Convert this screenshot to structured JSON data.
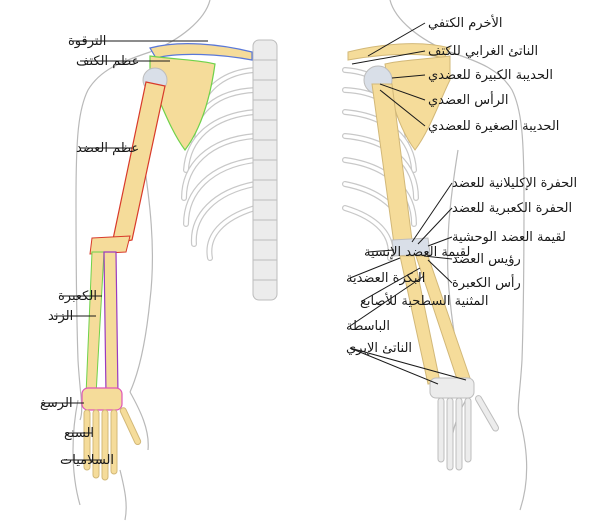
{
  "colors": {
    "bone": "#f5dc9a",
    "bone_edge": "#d2b878",
    "cartilage": "#d9dfe8",
    "gray_bone": "#ececec",
    "gray_edge": "#bdbdbd",
    "outline_blue": "#5a78d8",
    "outline_red": "#d83a2a",
    "outline_purple": "#9a3ac0",
    "outline_green": "#6fd24a",
    "outline_pink": "#e055b8",
    "line": "#1a1a1a"
  },
  "labels": {
    "clavicle": "الترقوة",
    "scapula": "عظم الكتف",
    "humerus": "عظم العضد",
    "radius": "الكعبرة",
    "ulna": "الزند",
    "carpals": "الرسغ",
    "metacarpals": "السنع",
    "phalanges": "السلاميات",
    "acromion": "الأخرم الكتفي",
    "coracoid": "الناتئ الغرابي للكتف",
    "greater_tubercle": "الحديبة الكبيرة للعضدي",
    "humeral_head": "الرأس العضدي",
    "lesser_tubercle": "الحديبة الصغيرة للعضدي",
    "olecranon_fossa": "الحفرة الإكليلانية للعضد",
    "radial_fossa": "الحفرة الكعبرية للعضد",
    "lateral_epicondyle": "لقيمة العضد الوحشية",
    "medial_epicondyle": "لقيمة العضد الإنسية",
    "capitulum": "رؤيس العضد",
    "trochlea": "البكرة العضدية",
    "radial_head": "رأس الكعبرة",
    "flexor_digitorum": "المثنية السطحية للأصابع",
    "extensor": "الباسطة",
    "styloid": "الناتئ الإبري"
  }
}
